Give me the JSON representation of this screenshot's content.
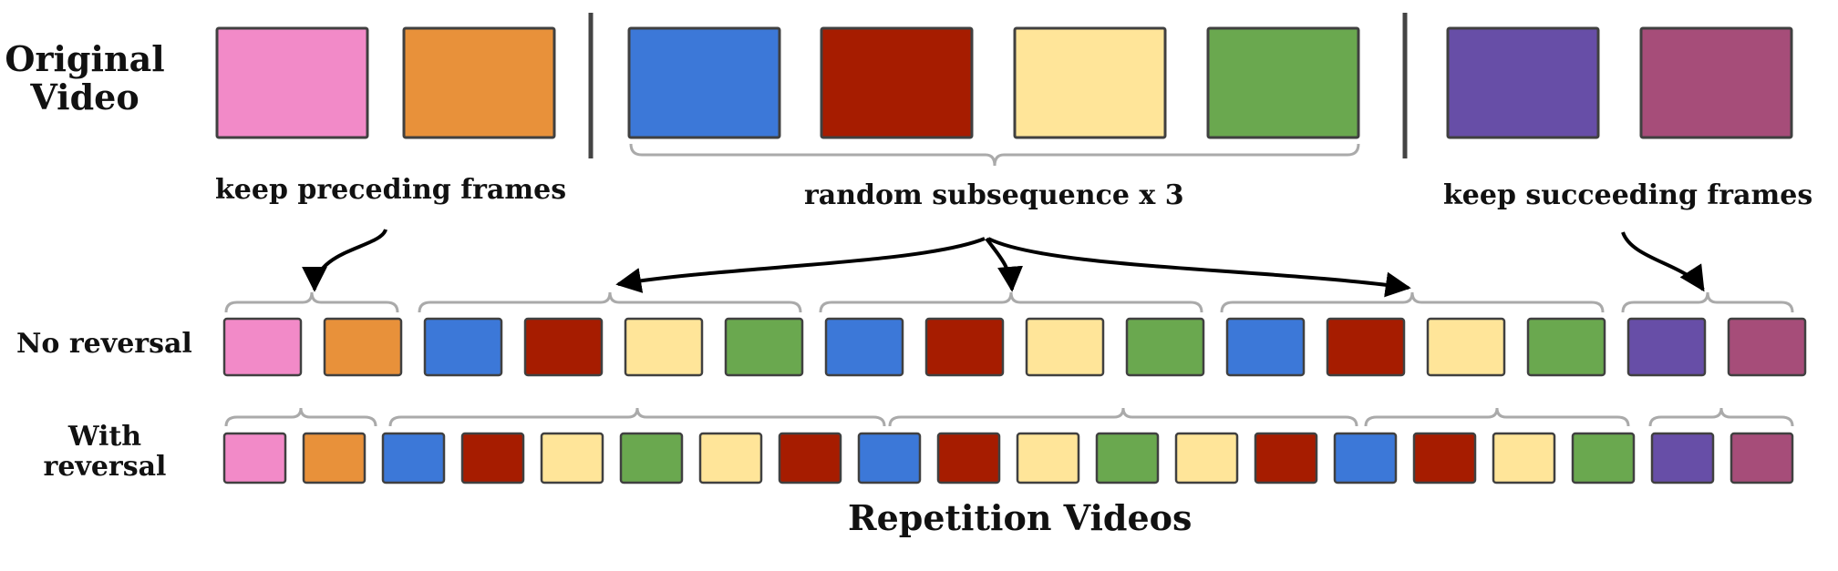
{
  "labels": {
    "original_video": [
      "Original",
      "Video"
    ],
    "keep_preceding": "keep preceding frames",
    "random_subsequence": "random subsequence x 3",
    "keep_succeeding": "keep succeeding frames",
    "no_reversal": "No reversal",
    "with_reversal": [
      "With",
      "reversal"
    ],
    "repetition_videos": "Repetition Videos"
  },
  "colors": {
    "pink": "#f28ac8",
    "orange": "#e8913a",
    "blue": "#3c78d8",
    "red": "#a61c00",
    "yellow": "#ffe599",
    "green": "#6aa84f",
    "purple": "#674ea7",
    "mauve": "#a64d79",
    "border": "#404040",
    "brace": "#aaaaaa",
    "divider": "#444444",
    "arrow": "#000000"
  },
  "original_frames": [
    "pink",
    "orange",
    "blue",
    "red",
    "yellow",
    "green",
    "purple",
    "mauve"
  ],
  "no_reversal_frames": [
    "pink",
    "orange",
    "blue",
    "red",
    "yellow",
    "green",
    "blue",
    "red",
    "yellow",
    "green",
    "blue",
    "red",
    "yellow",
    "green",
    "purple",
    "mauve"
  ],
  "with_reversal_frames": [
    "pink",
    "orange",
    "blue",
    "red",
    "yellow",
    "green",
    "yellow",
    "red",
    "blue",
    "red",
    "yellow",
    "green",
    "yellow",
    "red",
    "blue",
    "red",
    "yellow",
    "green",
    "purple",
    "mauve"
  ]
}
